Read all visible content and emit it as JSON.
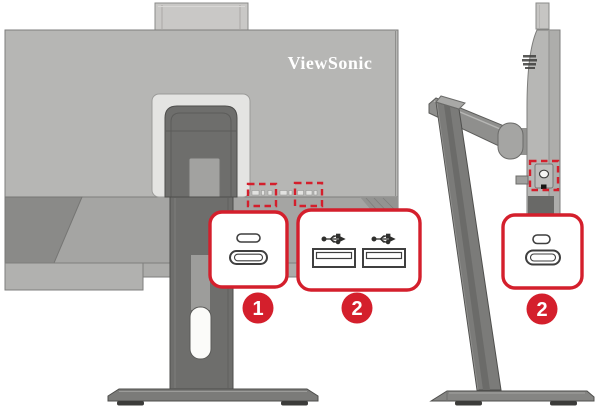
{
  "brand": "ViewSonic",
  "colors": {
    "accent_red": "#d41f2c",
    "monitor_gray": "#b6b6b4",
    "stand_gray": "#6e6e6c",
    "vesa_plate_gray": "#e4e4e2",
    "port_outline": "#3f3f3f",
    "background": "#ffffff"
  },
  "rear_view": {
    "callout_usb_c": {
      "label": "1",
      "ports": [
        "USB Type-C",
        "USB Type-C"
      ]
    },
    "callout_usb_a": {
      "label": "2",
      "ports": [
        "USB Type-A",
        "USB Type-A"
      ]
    }
  },
  "side_view": {
    "callout_usb": {
      "label": "2",
      "ports": [
        "USB Type-C",
        "USB Type-C"
      ]
    }
  }
}
